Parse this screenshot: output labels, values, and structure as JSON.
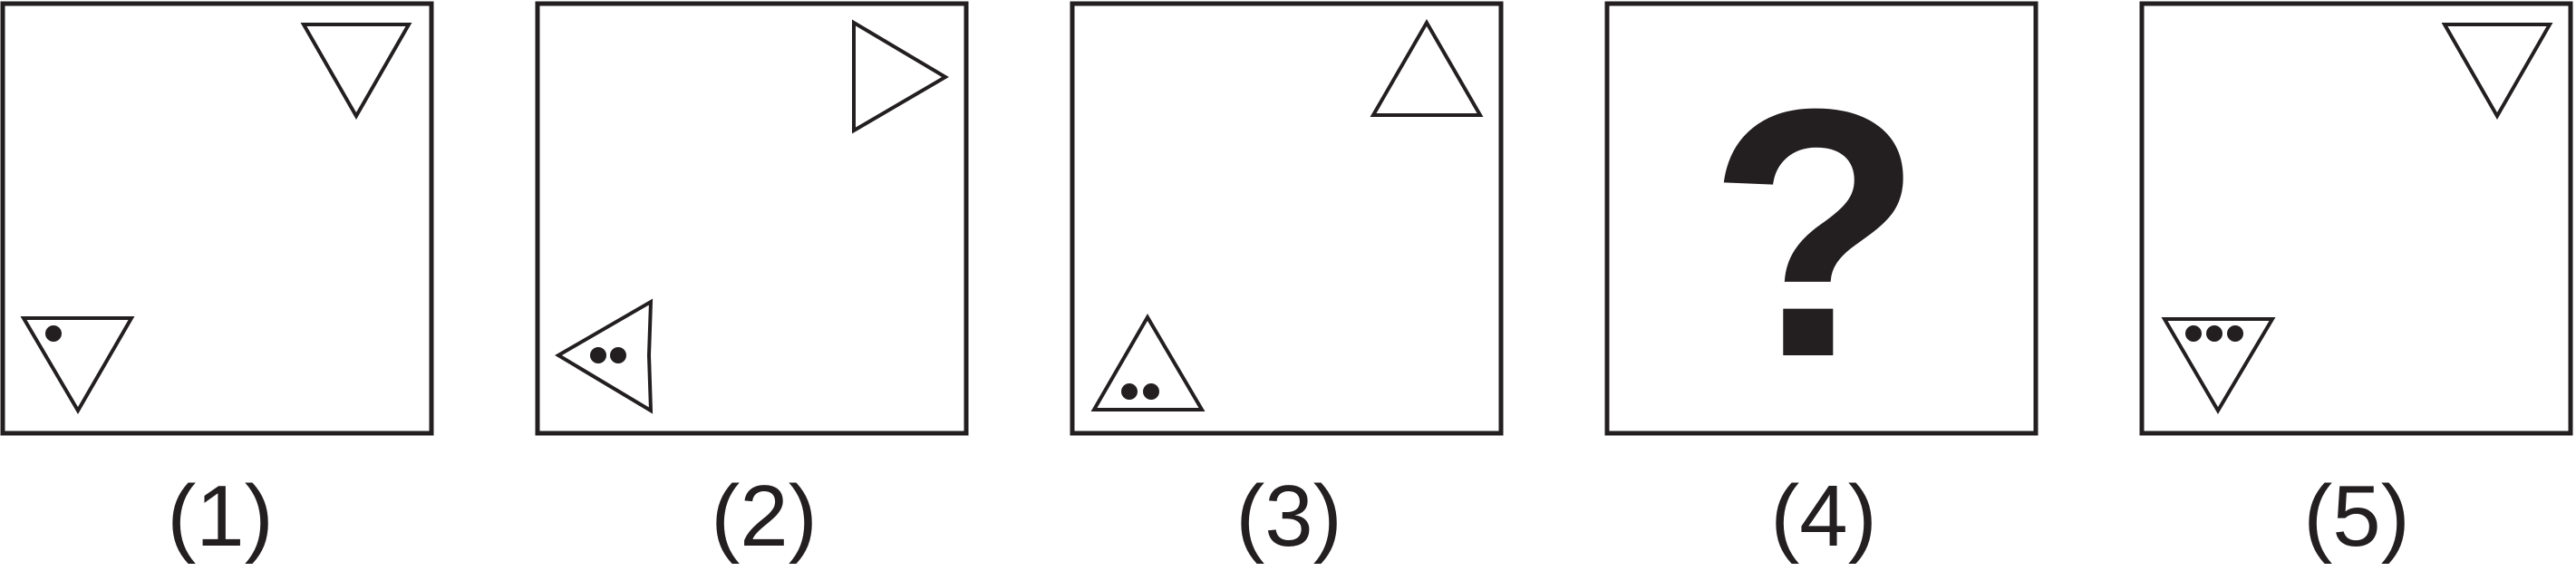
{
  "puzzle": {
    "colors": {
      "stroke": "#231f20",
      "dot": "#231f20",
      "background": "#ffffff"
    },
    "panels": [
      {
        "label": "(1)",
        "small_triangle": {
          "orientation": "down",
          "dots": 1
        },
        "large_triangle": {
          "orientation": "down",
          "dots": 0
        }
      },
      {
        "label": "(2)",
        "small_triangle": {
          "orientation": "left",
          "dots": 2
        },
        "large_triangle": {
          "orientation": "right",
          "dots": 0
        }
      },
      {
        "label": "(3)",
        "small_triangle": {
          "orientation": "up",
          "dots": 2
        },
        "large_triangle": {
          "orientation": "up",
          "dots": 0
        }
      },
      {
        "label": "(4)",
        "unknown": "?"
      },
      {
        "label": "(5)",
        "small_triangle": {
          "orientation": "down",
          "dots": 3
        },
        "large_triangle": {
          "orientation": "down",
          "dots": 0
        }
      }
    ]
  }
}
